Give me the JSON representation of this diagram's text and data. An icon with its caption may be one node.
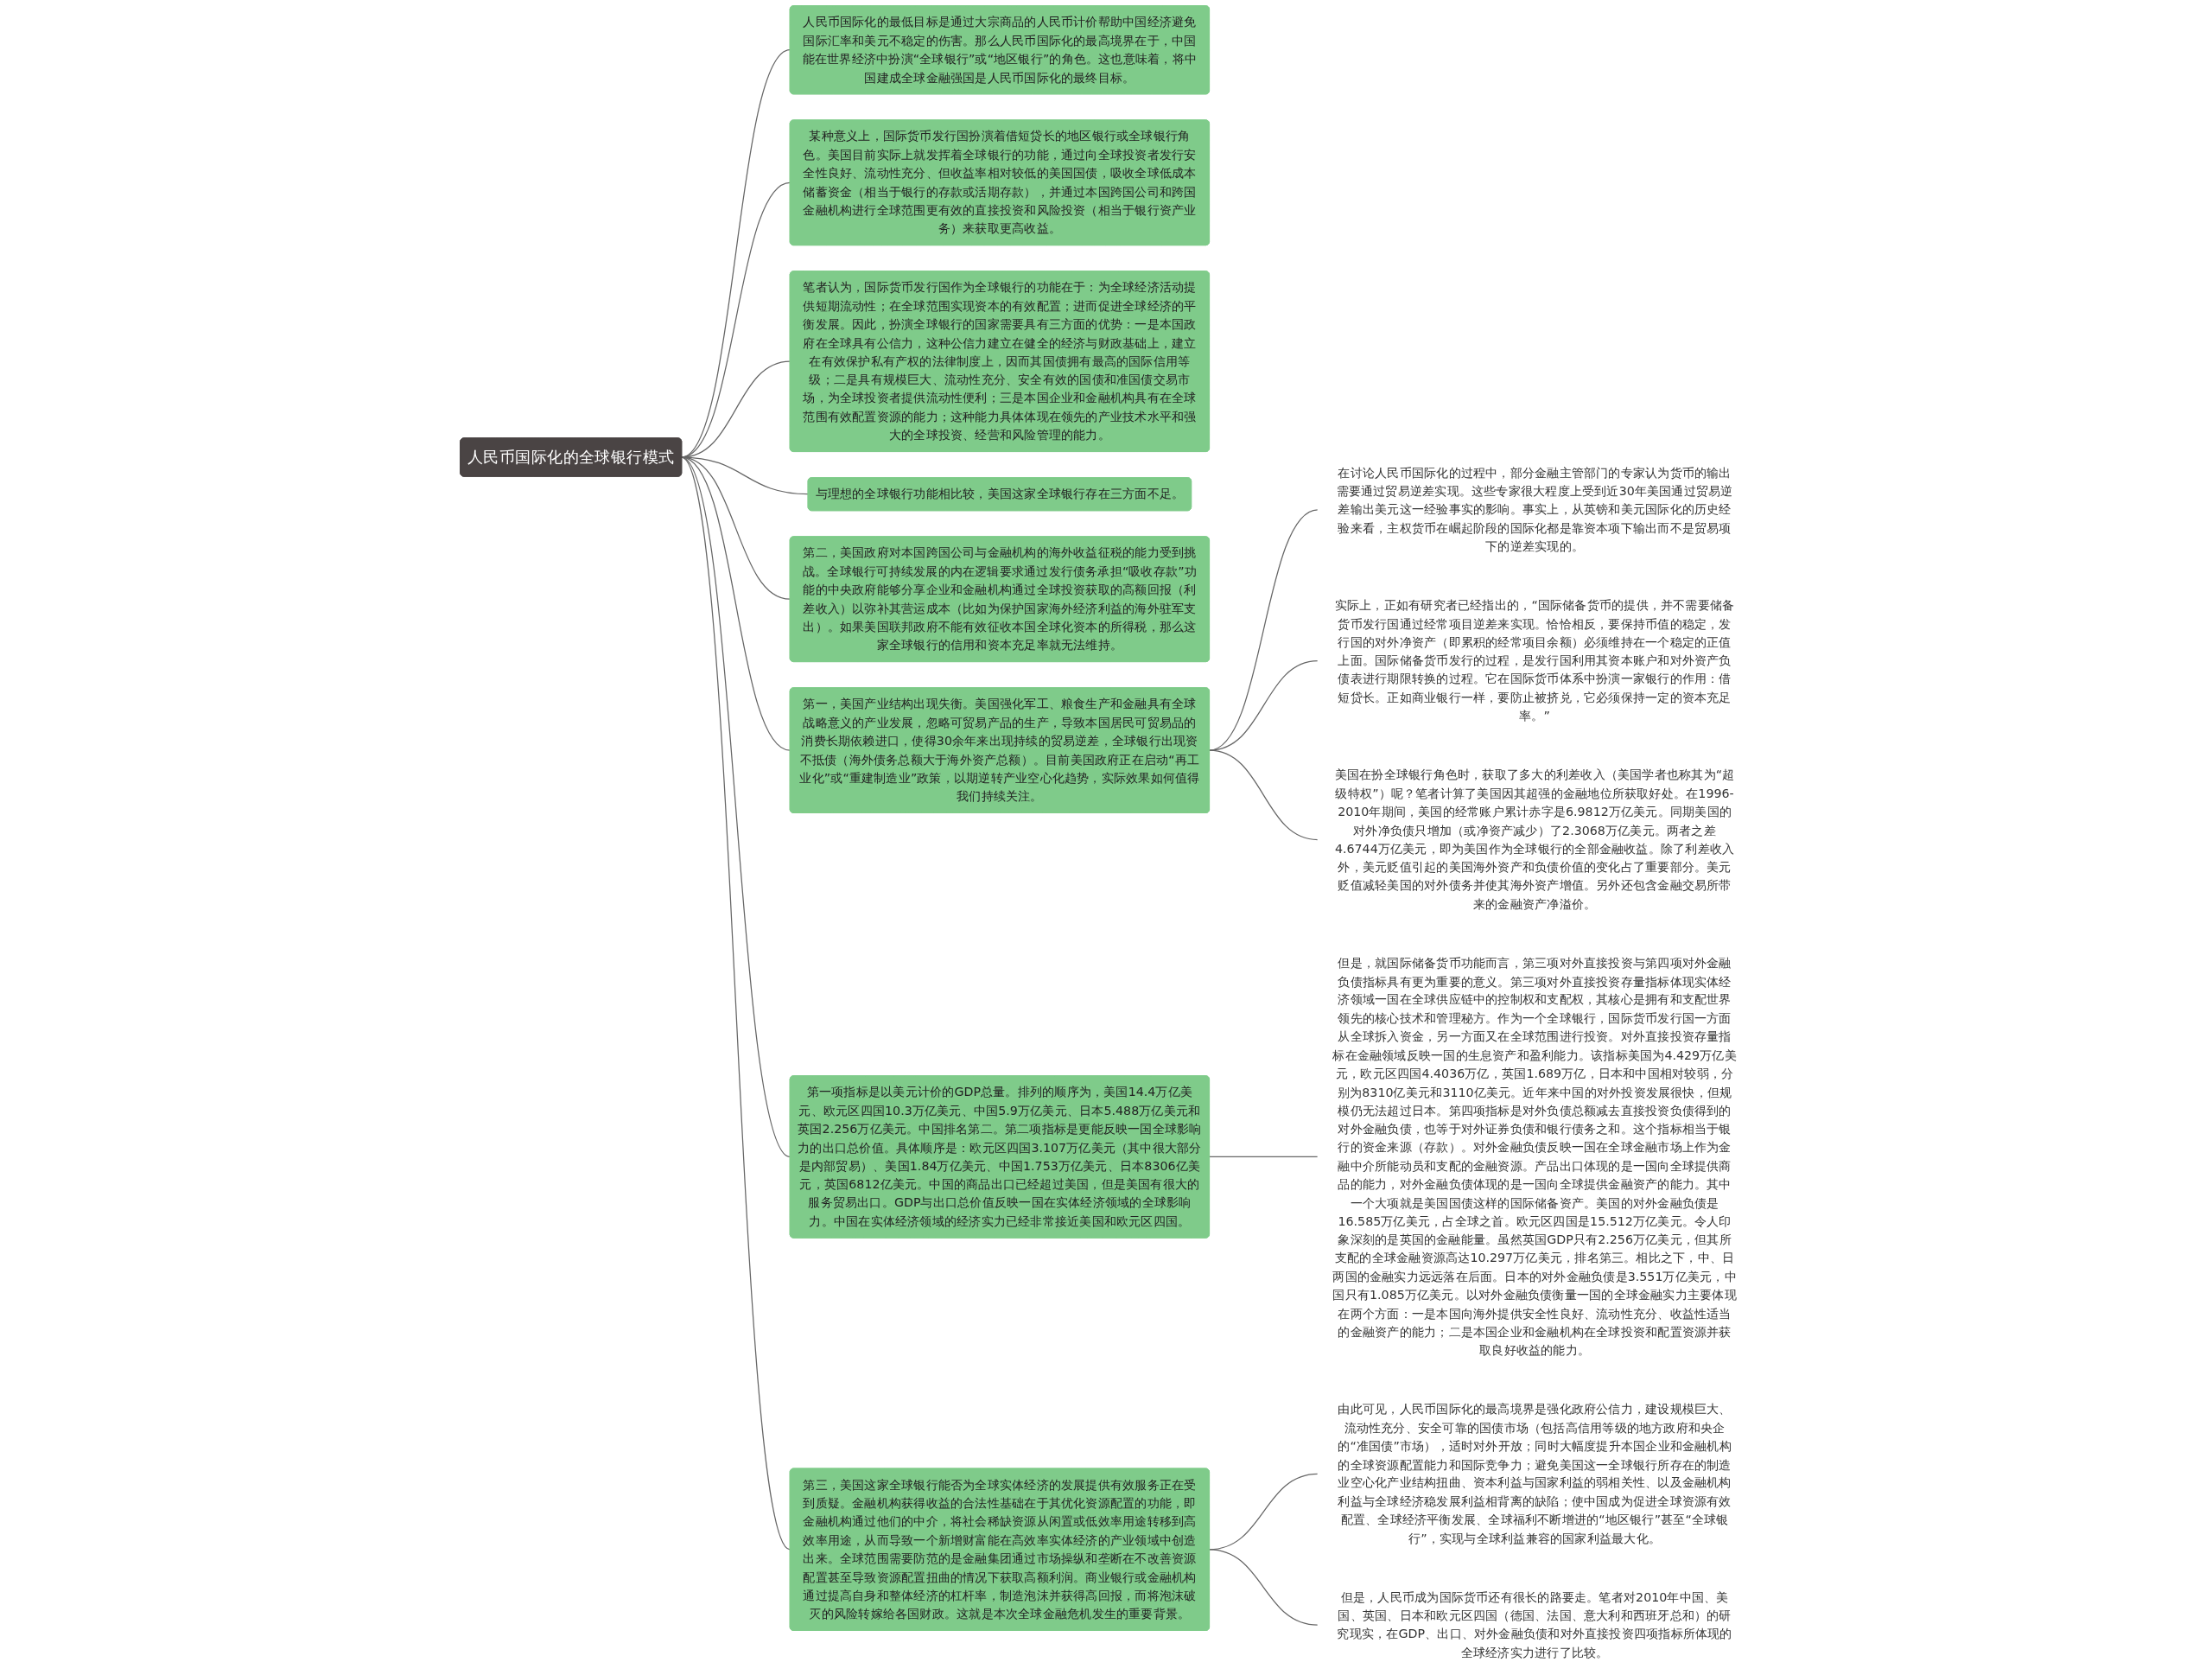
{
  "diagram": {
    "nodes": [
      {
        "text": [
          "人民币国际化的全球银行模式"
        ]
      },
      {
        "text": [
          "人民币国际化的最低目标是通过大宗商品的人民币计价帮助中国经济避免国际汇率和美元不稳定的伤害。那么人民币国际化的最高境界在于，中国能在世界经济中扮演“全球银行”或“地区银行”的角色。这也意味着，将中国建成全球金融强国是人民币国际化的最终目标。"
        ]
      },
      {
        "text": [
          "某种意义上，国际货币发行国扮演着借短贷长的地区银行或全球银行角色。美国目前实际上就发挥着全球银行的功能，通过向全球投资者发行安全性良好、流动性充分、但收益率相对较低的美国国债，吸收全球低成本储蓄资金（相当于银行的存款或活期存款），并通过本国跨国公司和跨国金融机构进行全球范围更有效的直接投资和风险投资（相当于银行资产业务）来获取更高收益。"
        ]
      },
      {
        "text": [
          "笔者认为，国际货币发行国作为全球银行的功能在于：为全球经济活动提供短期流动性；在全球范围实现资本的有效配置；进而促进全球经济的平衡发展。因此，扮演全球银行的国家需要具有三方面的优势：一是本国政府在全球具有公信力，这种公信力建立在健全的经济与财政基础上，建立在有效保护私有产权的法律制度上，因而其国债拥有最高的国际信用等级；二是具有规模巨大、流动性充分、安全有效的国债和准国债交易市场，为全球投资者提供流动性便利；三是本国企业和金融机构具有在全球范围有效配置资源的能力；这种能力具体体现在领先的产业技术水平和强大的全球投资、经营和风险管理的能力。"
        ]
      },
      {
        "text": [
          "与理想的全球银行功能相比较，美国这家全球银行存在三方面不足。"
        ]
      },
      {
        "text": [
          "第二，美国政府对本国跨国公司与金融机构的海外收益征税的能力受到挑战。全球银行可持续发展的内在逻辑要求通过发行债务承担“吸收存款”功能的中央政府能够分享企业和金融机构通过全球投资获取的高额回报（利差收入）以弥补其营运成本（比如为保护国家海外经济利益的海外驻军支出）。如果美国联邦政府不能有效征收本国全球化资本的所得税，那么这家全球银行的信用和资本充足率就无法维持。"
        ]
      },
      {
        "text": [
          "第一，美国产业结构出现失衡。美国强化军工、粮食生产和金融具有全球战略意义的产业发展，忽略可贸易产品的生产，导致本国居民可贸易品的消费长期依赖进口，使得30余年来出现持续的贸易逆差，全球银行出现资不抵债（海外债务总额大于海外资产总额）。目前美国政府正在启动“再工业化”或“重建制造业”政策，以期逆转产业空心化趋势，实际效果如何值得我们持续关注。"
        ]
      },
      {
        "text": [
          "在讨论人民币国际化的过程中，部分金融主管部门的专家认为货币的输出需要通过贸易逆差实现。这些专家很大程度上受到近30年美国通过贸易逆差输出美元这一经验事实的影响。事实上，从英镑和美元国际化的历史经验来看，主权货币在崛起阶段的国际化都是靠资本项下输出而不是贸易项下的逆差实现的。"
        ]
      },
      {
        "text": [
          "实际上，正如有研究者已经指出的，“国际储备货币的提供，并不需要储备货币发行国通过经常项目逆差来实现。恰恰相反，要保持币值的稳定，发行国的对外净资产（即累积的经常项目余额）必须维持在一个稳定的正值上面。国际储备货币发行的过程，是发行国利用其资本账户和对外资产负债表进行期限转换的过程。它在国际货币体系中扮演一家银行的作用：借短贷长。正如商业银行一样，要防止被挤兑，它必须保持一定的资本充足率。”"
        ]
      },
      {
        "text": [
          "美国在扮全球银行角色时，获取了多大的利差收入（美国学者也称其为“超级特权”）呢？笔者计算了美国因其超强的金融地位所获取好处。在1996-2010年期间，美国的经常账户累计赤字是6.9812万亿美元。同期美国的对外净负债只增加（或净资产减少）了2.3068万亿美元。两者之差4.6744万亿美元，即为美国作为全球银行的全部金融收益。除了利差收入外，美元贬值引起的美国海外资产和负债价值的变化占了重要部分。美元贬值减轻美国的对外债务并使其海外资产增值。另外还包含金融交易所带来的金融资产净溢价。"
        ]
      },
      {
        "text": [
          "第一项指标是以美元计价的GDP总量。排列的顺序为，美国14.4万亿美元、欧元区四国10.3万亿美元、中国5.9万亿美元、日本5.488万亿美元和英国2.256万亿美元。中国排名第二。第二项指标是更能反映一国全球影响力的出口总价值。具体顺序是：欧元区四国3.107万亿美元（其中很大部分是内部贸易）、美国1.84万亿美元、中国1.753万亿美元、日本8306亿美元，英国6812亿美元。中国的商品出口已经超过美国，但是美国有很大的服务贸易出口。GDP与出口总价值反映一国在实体经济领域的全球影响力。中国在实体经济领域的经济实力已经非常接近美国和欧元区四国。"
        ]
      },
      {
        "text": [
          "但是，就国际储备货币功能而言，第三项对外直接投资与第四项对外金融负债指标具有更为重要的意义。第三项对外直接投资存量指标体现实体经济领域一国在全球供应链中的控制权和支配权，其核心是拥有和支配世界领先的核心技术和管理秘方。作为一个全球银行，国际货币发行国一方面从全球拆入资金，另一方面又在全球范围进行投资。对外直接投资存量指标在金融领域反映一国的生息资产和盈利能力。该指标美国为4.429万亿美元，欧元区四国4.4036万亿，英国1.689万亿，日本和中国相对较弱，分别为8310亿美元和3110亿美元。近年来中国的对外投资发展很快，但规模仍无法超过日本。第四项指标是对外负债总额减去直接投资负债得到的对外金融负债，也等于对外证券负债和银行债务之和。这个指标相当于银行的资金来源（存款）。对外金融负债反映一国在全球金融市场上作为金融中介所能动员和支配的金融资源。产品出口体现的是一国向全球提供商品的能力，对外金融负债体现的是一国向全球提供金融资产的能力。其中一个大项就是美国国债这样的国际储备资产。美国的对外金融负债是16.585万亿美元，占全球之首。欧元区四国是15.512万亿美元。令人印象深刻的是英国的金融能量。虽然英国GDP只有2.256万亿美元，但其所支配的全球金融资源高达10.297万亿美元，排名第三。相比之下，中、日两国的金融实力远远落在后面。日本的对外金融负债是3.551万亿美元，中国只有1.085万亿美元。以对外金融负债衡量一国的全球金融实力主要体现在两个方面：一是本国向海外提供安全性良好、流动性充分、收益性适当的金融资产的能力；二是本国企业和金融机构在全球投资和配置资源并获取良好收益的能力。"
        ]
      },
      {
        "text": [
          "第三，美国这家全球银行能否为全球实体经济的发展提供有效服务正在受到质疑。金融机构获得收益的合法性基础在于其优化资源配置的功能，即金融机构通过他们的中介，将社会稀缺资源从闲置或低效率用途转移到高效率用途，从而导致一个新增财富能在高效率实体经济的产业领域中创造出来。全球范围需要防范的是金融集团通过市场操纵和垄断在不改善资源配置甚至导致资源配置扭曲的情况下获取高额利润。商业银行或金融机构通过提高自身和整体经济的杠杆率，制造泡沫并获得高回报，而将泡沫破灭的风险转嫁给各国财政。这就是本次全球金融危机发生的重要背景。"
        ]
      },
      {
        "text": [
          "由此可见，人民币国际化的最高境界是强化政府公信力，建设规模巨大、流动性充分、安全可靠的国债市场（包括高信用等级的地方政府和央企的“准国债”市场），适时对外开放；同时大幅度提升本国企业和金融机构的全球资源配置能力和国际竞争力；避免美国这一全球银行所存在的制造业空心化产业结构扭曲、资本利益与国家利益的弱相关性、以及金融机构利益与全球经济稳发展利益相背离的缺陷；使中国成为促进全球资源有效配置、全球经济平衡发展、全球福利不断增进的“地区银行”甚至“全球银行”，实现与全球利益兼容的国家利益最大化。"
        ]
      },
      {
        "text": [
          "但是，人民币成为国际货币还有很长的路要走。笔者对2010年中国、美国、英国、日本和欧元区四国（德国、法国、意大利和西班牙总和）的研究现实，在GDP、出口、对外金融负债和对外直接投资四项指标所体现的全球经济实力进行了比较。"
        ]
      }
    ],
    "edges": [
      {
        "from": 0,
        "to": 1,
        "arrow": "none"
      },
      {
        "from": 0,
        "to": 2,
        "arrow": "none"
      },
      {
        "from": 0,
        "to": 3,
        "arrow": "none"
      },
      {
        "from": 0,
        "to": 4,
        "arrow": "none"
      },
      {
        "from": 0,
        "to": 5,
        "arrow": "none"
      },
      {
        "from": 0,
        "to": 6,
        "arrow": "none"
      },
      {
        "from": 6,
        "to": 7,
        "arrow": "none"
      },
      {
        "from": 6,
        "to": 8,
        "arrow": "none"
      },
      {
        "from": 6,
        "to": 9,
        "arrow": "none"
      },
      {
        "from": 0,
        "to": 10,
        "arrow": "none"
      },
      {
        "from": 10,
        "to": 11,
        "arrow": "none"
      },
      {
        "from": 0,
        "to": 12,
        "arrow": "none"
      },
      {
        "from": 12,
        "to": 13,
        "arrow": "none"
      },
      {
        "from": 12,
        "to": 14,
        "arrow": "none"
      }
    ]
  }
}
